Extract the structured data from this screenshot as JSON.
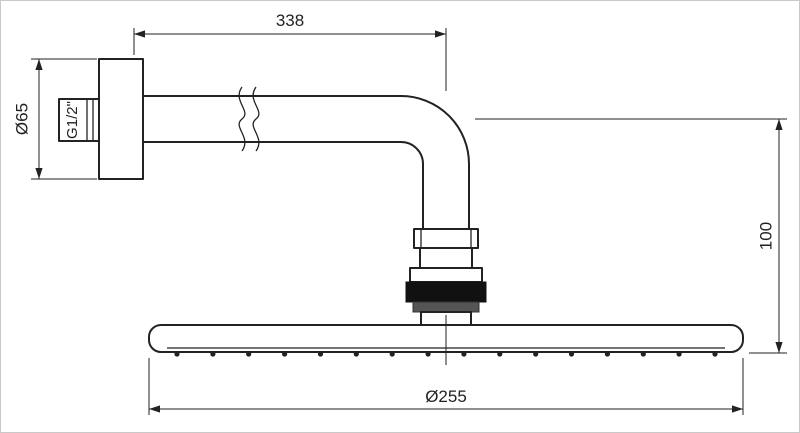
{
  "drawing": {
    "title": "shower-head-technical-drawing",
    "line_color": "#222222",
    "background_color": "#ffffff",
    "nozzle_count": 16,
    "dimensions": {
      "arm_length": {
        "label": "338"
      },
      "flange_diameter": {
        "label": "Ø65"
      },
      "thread_size": {
        "label": "G1/2\""
      },
      "drop_height": {
        "label": "100"
      },
      "head_diameter": {
        "label": "Ø255"
      }
    }
  }
}
